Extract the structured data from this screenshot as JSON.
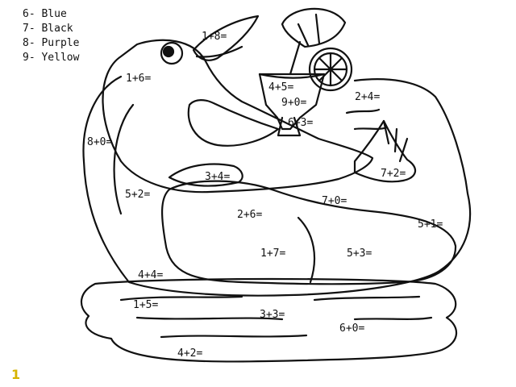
{
  "legend": [
    {
      "label": "6- Blue"
    },
    {
      "label": "7- Black"
    },
    {
      "label": "8- Purple"
    },
    {
      "label": "9- Yellow"
    }
  ],
  "equations": [
    {
      "name": "eq-beak",
      "text": "1+8="
    },
    {
      "name": "eq-head",
      "text": "1+6="
    },
    {
      "name": "eq-cup-top",
      "text": "4+5="
    },
    {
      "name": "eq-cup-mid",
      "text": "9+0="
    },
    {
      "name": "eq-cup-base",
      "text": "6+3="
    },
    {
      "name": "eq-water-top",
      "text": "2+4="
    },
    {
      "name": "eq-chair-left",
      "text": "8+0="
    },
    {
      "name": "eq-wing",
      "text": "3+4="
    },
    {
      "name": "eq-foot",
      "text": "7+2="
    },
    {
      "name": "eq-body",
      "text": "5+2="
    },
    {
      "name": "eq-leg",
      "text": "7+0="
    },
    {
      "name": "eq-seat",
      "text": "2+6="
    },
    {
      "name": "eq-chair-right",
      "text": "5+1="
    },
    {
      "name": "eq-cushion-mid",
      "text": "1+7="
    },
    {
      "name": "eq-cushion-right",
      "text": "5+3="
    },
    {
      "name": "eq-chair-base",
      "text": "4+4="
    },
    {
      "name": "eq-water-left",
      "text": "1+5="
    },
    {
      "name": "eq-water-mid",
      "text": "3+3="
    },
    {
      "name": "eq-water-right",
      "text": "6+0="
    },
    {
      "name": "eq-water-bottom",
      "text": "4+2="
    }
  ],
  "page_marker": "1",
  "colors": {
    "ink": "#111111",
    "marker": "#d6b300"
  }
}
